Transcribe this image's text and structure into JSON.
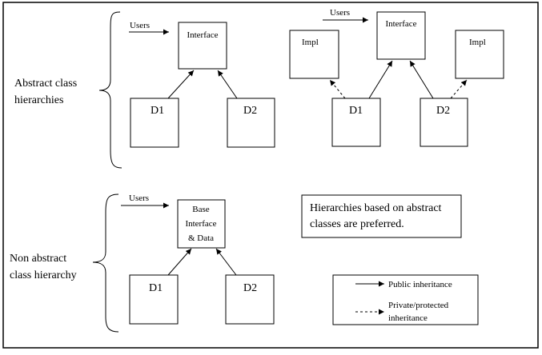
{
  "colors": {
    "line": "#000000",
    "background": "#ffffff"
  },
  "sections": {
    "abstract_label_line1": "Abstract class",
    "abstract_label_line2": "hierarchies",
    "nonabstract_label_line1": "Non abstract",
    "nonabstract_label_line2": "class hierarchy"
  },
  "diagram1": {
    "users": "Users",
    "interface": "Interface",
    "d1": "D1",
    "d2": "D2"
  },
  "diagram2": {
    "users": "Users",
    "interface": "Interface",
    "impl_left": "Impl",
    "impl_right": "Impl",
    "d1": "D1",
    "d2": "D2"
  },
  "diagram3": {
    "users": "Users",
    "base_line1": "Base",
    "base_line2": "Interface",
    "base_line3": "& Data",
    "d1": "D1",
    "d2": "D2"
  },
  "note": {
    "line1": "Hierarchies based on abstract",
    "line2": "classes are preferred."
  },
  "legend": {
    "public": "Public inheritance",
    "private_line1": "Private/protected",
    "private_line2": "inheritance"
  }
}
